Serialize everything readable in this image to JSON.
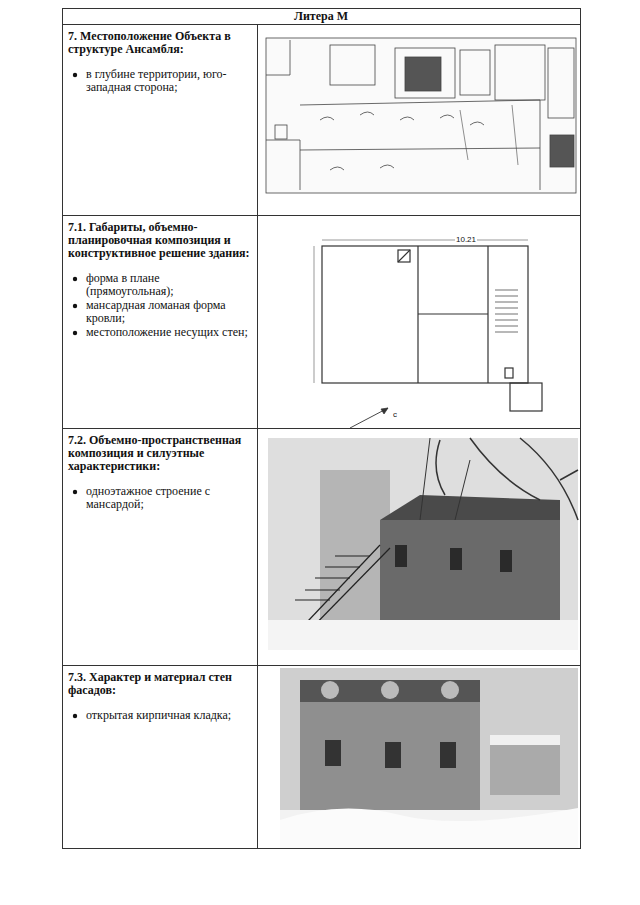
{
  "diagram": {
    "title": "Литера М",
    "labels": [
      "7. Местоположение Объекта в структуре Ансамбля:",
      "в глубине территории, юго-западная сторона;",
      "7.1. Габариты, объемно-планировочная композиция и конструктивное решение здания:",
      "форма в плане (прямоугольная);",
      "мансардная ломаная форма кровли;",
      "местоположение несущих стен;",
      "7.2. Объемно-пространственная композиция и силуэтные характеристики:",
      "одноэтажное строение с мансардой;",
      "7.3. Характер и материал стен фасадов:",
      "открытая кирпичная кладка;",
      "10.21",
      "с"
    ]
  }
}
